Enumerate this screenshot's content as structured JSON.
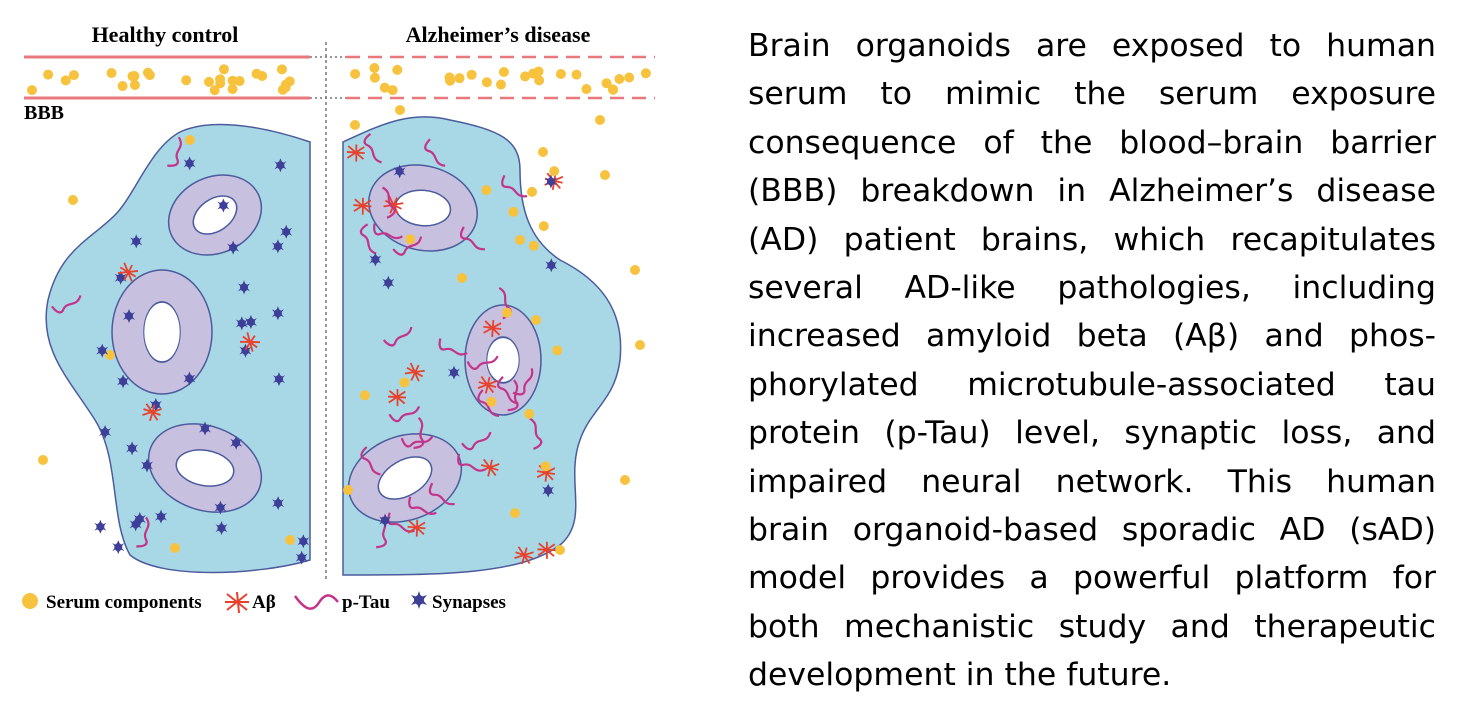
{
  "figure": {
    "panel_left_title": "Healthy control",
    "panel_right_title": "Alzheimer’s disease",
    "bbb_label": "BBB",
    "legend": [
      {
        "icon": "serum-dot-icon",
        "label": "Serum components"
      },
      {
        "icon": "abeta-icon",
        "label": "Aβ"
      },
      {
        "icon": "ptau-icon",
        "label": "p-Tau"
      },
      {
        "icon": "synapse-icon",
        "label": "Synapses"
      }
    ],
    "colors": {
      "serum": "#f7c23e",
      "abeta": "#e8412c",
      "ptau": "#c3348a",
      "synapse": "#3d3f98",
      "organoid": "#a8d8e6",
      "cell": "#c7c0de",
      "outline": "#4b5b9c",
      "barrier": "#e8787c"
    }
  },
  "description": {
    "lines": [
      "Brain organoids are exposed to human",
      "serum to mimic the serum exposure",
      "consequence of the blood–brain barrier",
      "(BBB) breakdown in Alzheimer’s disease",
      "(AD) patient brains, which recapitulates",
      "several AD-like pathologies, including",
      "increased amyloid beta (Aβ) and phos-",
      "phorylated microtubule-associated tau",
      "protein (p-Tau) level, synaptic loss, and",
      "impaired neural network. This human",
      "brain organoid-based sporadic AD (sAD)",
      "model provides a powerful platform for",
      "both mechanistic study and therapeutic",
      "development in the future."
    ]
  }
}
